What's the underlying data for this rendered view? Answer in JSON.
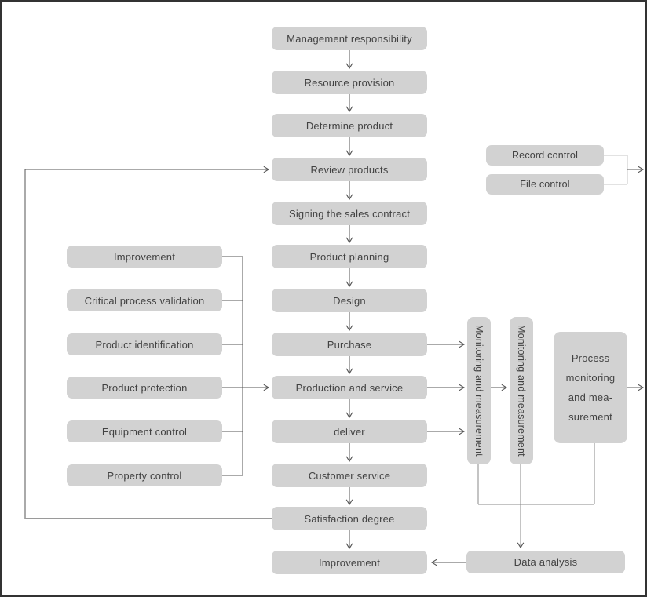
{
  "diagram": {
    "center_flow": [
      {
        "label": "Management responsibility"
      },
      {
        "label": "Resource provision"
      },
      {
        "label": "Determine product"
      },
      {
        "label": "Review products"
      },
      {
        "label": "Signing the sales contract"
      },
      {
        "label": "Product planning"
      },
      {
        "label": "Design"
      },
      {
        "label": "Purchase"
      },
      {
        "label": "Production and service"
      },
      {
        "label": "deliver"
      },
      {
        "label": "Customer service"
      },
      {
        "label": "Satisfaction degree"
      },
      {
        "label": "Improvement"
      }
    ],
    "left_column": [
      {
        "label": "Improvement"
      },
      {
        "label": "Critical process validation"
      },
      {
        "label": "Product identification"
      },
      {
        "label": "Product protection"
      },
      {
        "label": "Equipment control"
      },
      {
        "label": "Property control"
      }
    ],
    "right_top": [
      {
        "label": "Record control"
      },
      {
        "label": "File control"
      }
    ],
    "monitoring_columns": [
      {
        "label": "Monitoring and measurement"
      },
      {
        "label": "Monitoring and measurement"
      }
    ],
    "process_box": {
      "lines": [
        "Process",
        "monitoring",
        "and mea-",
        "surement"
      ]
    },
    "data_analysis_label": "Data analysis",
    "colors": {
      "box_fill": "#d2d2d2",
      "box_text": "#424242",
      "connector_dark": "#555555",
      "connector_gray": "#9a9a9a",
      "bracket_light": "#c6c6c6",
      "frame_border": "#333333",
      "background": "#ffffff"
    }
  }
}
